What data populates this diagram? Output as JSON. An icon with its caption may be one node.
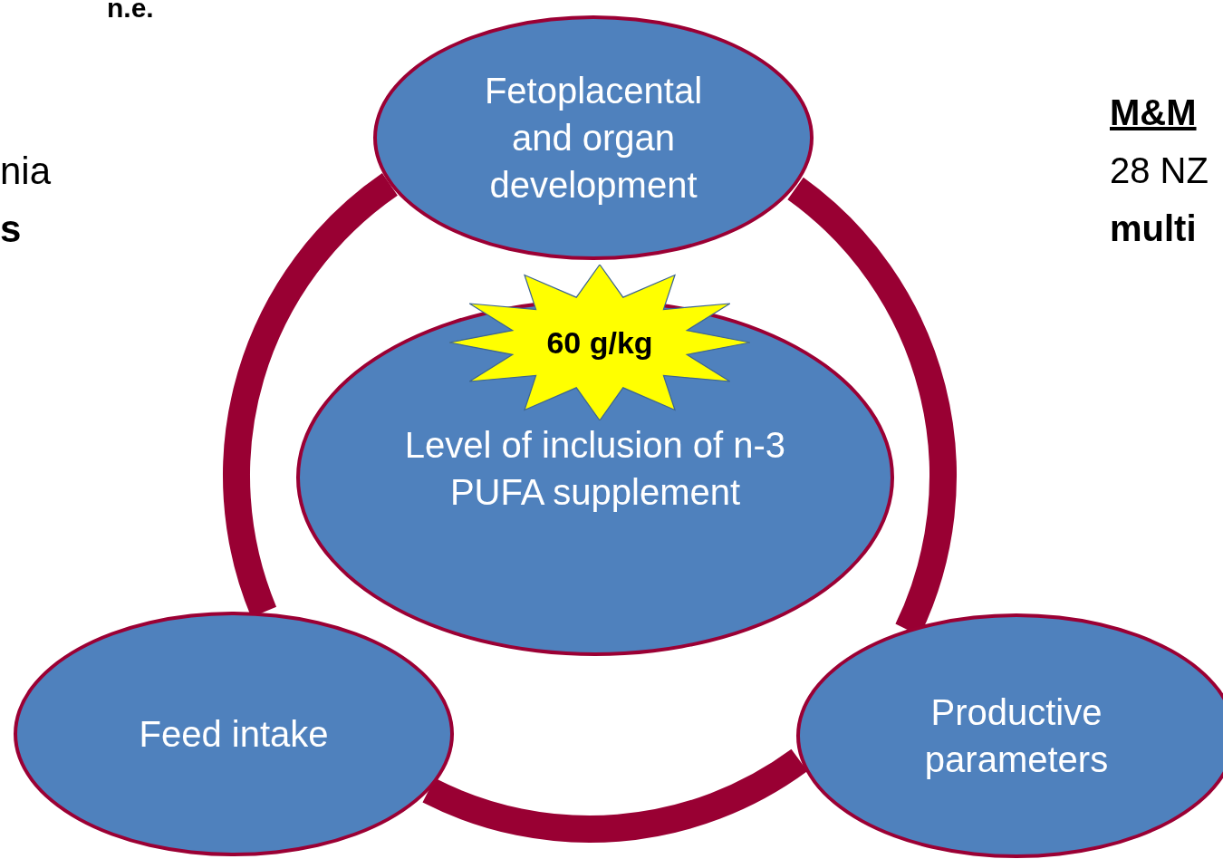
{
  "diagram": {
    "nodes": [
      {
        "text": [
          "Fetoplacental and organ development"
        ]
      },
      {
        "text": [
          "Level of inclusion of n-3 PUFA supplement"
        ]
      },
      {
        "text": [
          "60 g/kg"
        ]
      },
      {
        "text": [
          "Feed intake"
        ]
      },
      {
        "text": [
          "Productive parameters"
        ]
      }
    ],
    "edges": [
      {
        "from": 0,
        "to": 4,
        "arrow": "none"
      },
      {
        "from": 4,
        "to": 3,
        "arrow": "none"
      },
      {
        "from": 3,
        "to": 0,
        "arrow": "none"
      }
    ],
    "labels": [
      "n.e.",
      "nia",
      "s",
      "M&M",
      "28 NZ",
      "multi"
    ]
  }
}
